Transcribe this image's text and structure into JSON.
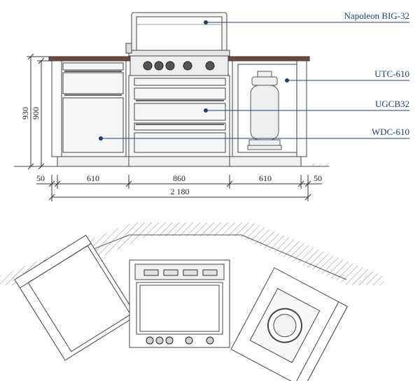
{
  "labels": {
    "grill": "Napoleon BIG-32",
    "cabinet_right": "UTC-610",
    "grill_cabinet": "UGCB32",
    "cabinet_left": "WDC-610"
  },
  "dimensions": {
    "total_height": "930",
    "cabinet_height": "900",
    "side_left": "50",
    "left_width": "610",
    "center_width": "860",
    "right_width": "610",
    "side_right": "50",
    "total_width": "2 180"
  },
  "colors": {
    "accent": "#1b3f73",
    "countertop": "#6b4a3c",
    "line": "#444444"
  }
}
